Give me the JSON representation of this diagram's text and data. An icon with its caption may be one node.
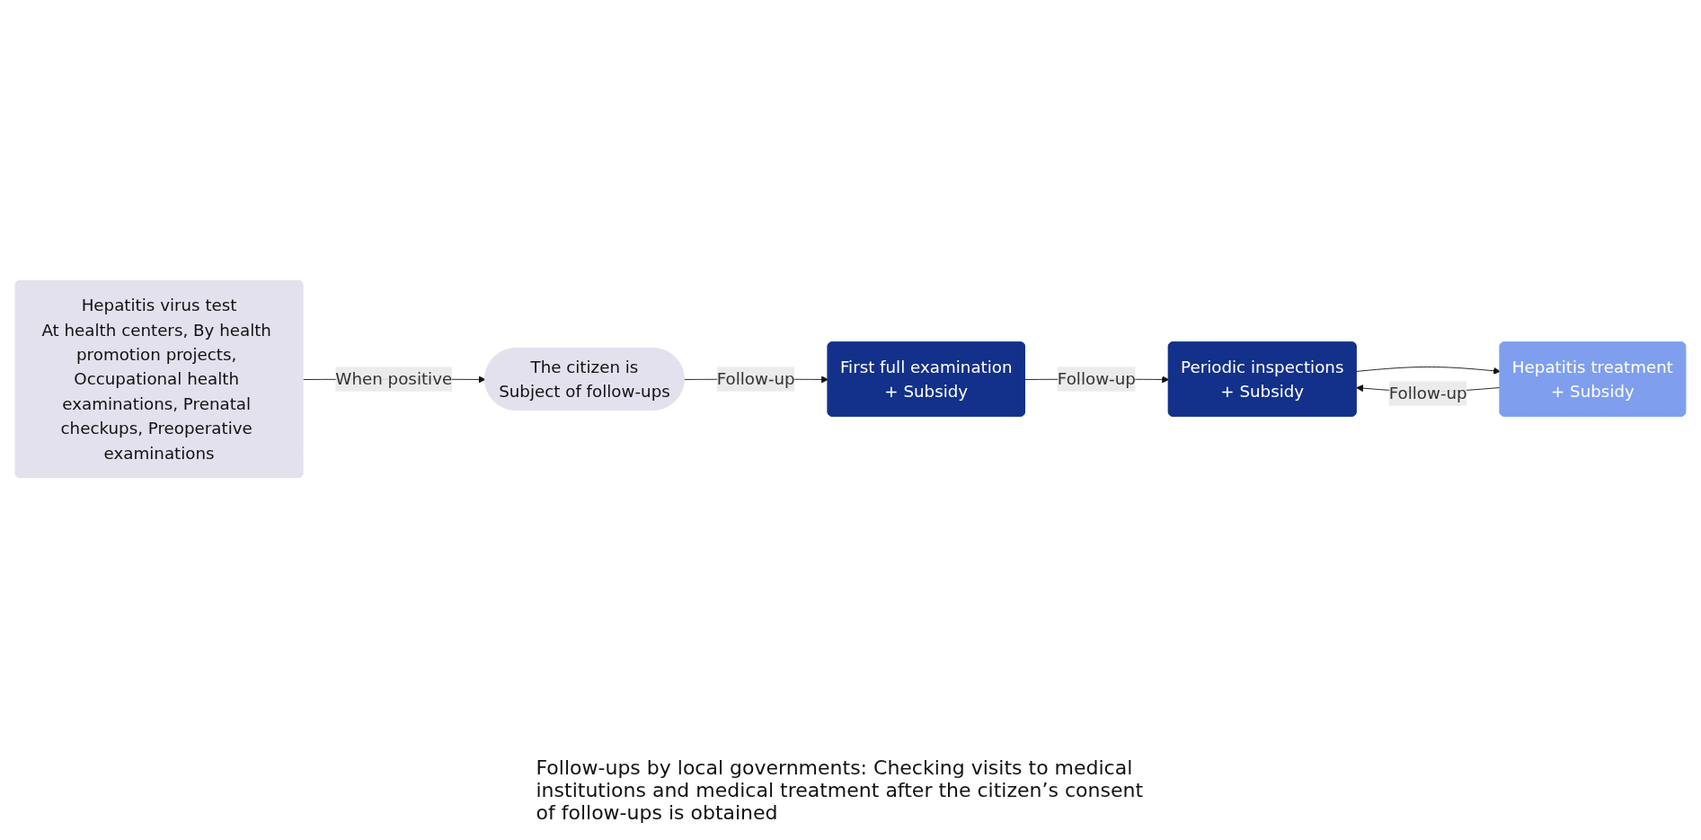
{
  "diagram": {
    "nodes": [
      {
        "text": [
          "Hepatitis virus test",
          "At health centers, By health promotion projects, Occupational health examinations, Prenatal checkups, Preoperative examinations"
        ]
      },
      {
        "text": [
          "The citizen is",
          "Subject of follow-ups"
        ]
      },
      {
        "text": [
          "First full examination",
          "+ Subsidy"
        ]
      },
      {
        "text": [
          "Periodic inspections",
          "+ Subsidy"
        ]
      },
      {
        "text": [
          "Hepatitis treatment",
          "+ Subsidy"
        ]
      }
    ],
    "edges": [
      {
        "from": 0,
        "to": 1,
        "arrow": "to",
        "label": "When positive"
      },
      {
        "from": 1,
        "to": 2,
        "arrow": "to",
        "label": "Follow-up"
      },
      {
        "from": 2,
        "to": 3,
        "arrow": "to",
        "label": "Follow-up"
      },
      {
        "from": 3,
        "to": 4,
        "arrow": "to"
      },
      {
        "from": 4,
        "to": 3,
        "arrow": "to",
        "label": "Follow-up"
      }
    ],
    "labels": [
      "Follow-ups by local governments: Checking visits to medical institutions and medical treatment after the citizen’s consent of follow-ups is obtained"
    ]
  }
}
